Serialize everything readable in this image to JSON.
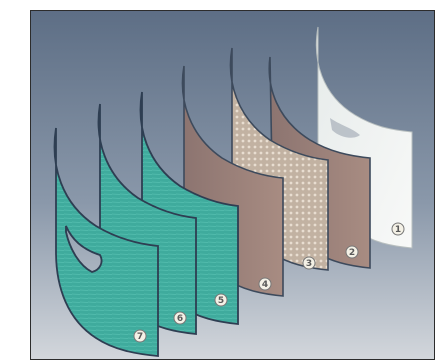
{
  "colors": {
    "background_top": "#5d6e85",
    "background_bottom": "#cfd4da",
    "white_layer": "#f1f3f2",
    "copper_layer": "#9a7f78",
    "mesh_layer": "#b8a596",
    "teal_layer": "#3eaa9c",
    "edge": "#3d4a5c"
  },
  "layers": [
    {
      "label": "1",
      "material": "white-sheet"
    },
    {
      "label": "2",
      "material": "copper"
    },
    {
      "label": "3",
      "material": "mesh"
    },
    {
      "label": "4",
      "material": "copper"
    },
    {
      "label": "5",
      "material": "teal"
    },
    {
      "label": "6",
      "material": "teal"
    },
    {
      "label": "7",
      "material": "teal-with-cutout"
    }
  ]
}
